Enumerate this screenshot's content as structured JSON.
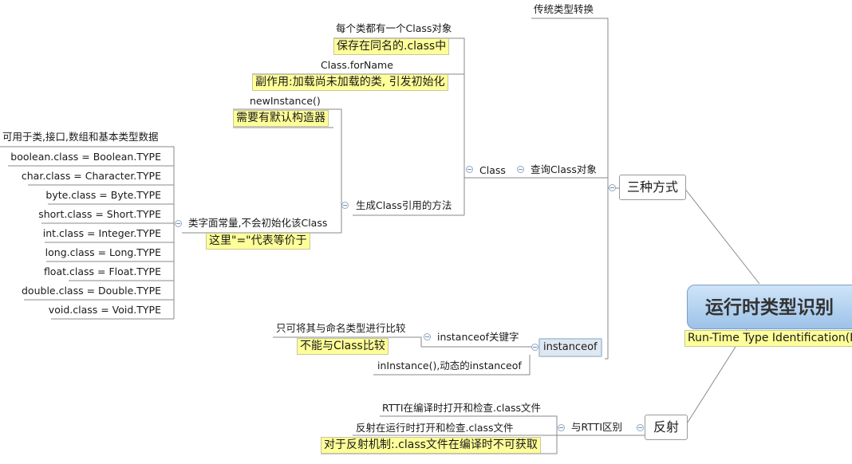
{
  "root": {
    "label": "运行时类型识别",
    "note": "Run-Time Type Identification(RTTI)"
  },
  "three_ways": {
    "label": "三种方式"
  },
  "traditional": {
    "label": "传统类型转换"
  },
  "class_branch": {
    "label": "Class",
    "query": "查询Class对象"
  },
  "per_class": {
    "label": "每个类都有一个Class对象",
    "note": "保存在同名的.class中"
  },
  "for_name": {
    "label": "Class.forName",
    "note": "副作用:加载尚未加载的类, 引发初始化"
  },
  "gen_methods": {
    "label": "生成Class引用的方法"
  },
  "new_instance": {
    "label": "newInstance()",
    "note": "需要有默认构造器"
  },
  "literal": {
    "label": "类字面常量,不会初始化该Class",
    "note": "这里\"=\"代表等价于",
    "header": "可用于类,接口,数组和基本类型数据",
    "items": [
      "boolean.class = Boolean.TYPE",
      "char.class = Character.TYPE",
      "byte.class = Byte.TYPE",
      "short.class = Short.TYPE",
      "int.class = Integer.TYPE",
      "long.class = Long.TYPE",
      "float.class = Float.TYPE",
      "double.class = Double.TYPE",
      "void.class = Void.TYPE"
    ]
  },
  "instanceof_branch": {
    "label": "instanceof",
    "keyword": "instanceof关键字",
    "named_only": "只可将其与命名类型进行比较",
    "note": "不能与Class比较",
    "dynamic": "inInstance(),动态的instanceof"
  },
  "reflection": {
    "label": "反射",
    "vs_rtti": "与RTTI区别",
    "compile": "RTTI在编译时打开和检查.class文件",
    "runtime": "反射在运行时打开和检查.class文件",
    "note": "对于反射机制:.class文件在编译时不可获取"
  },
  "colors": {
    "line": "#8a8a8a",
    "note_bg": "#ffff99",
    "root_top": "#cfe4f8",
    "root_bottom": "#9cc2e8",
    "selected": "#dfe8f0"
  }
}
